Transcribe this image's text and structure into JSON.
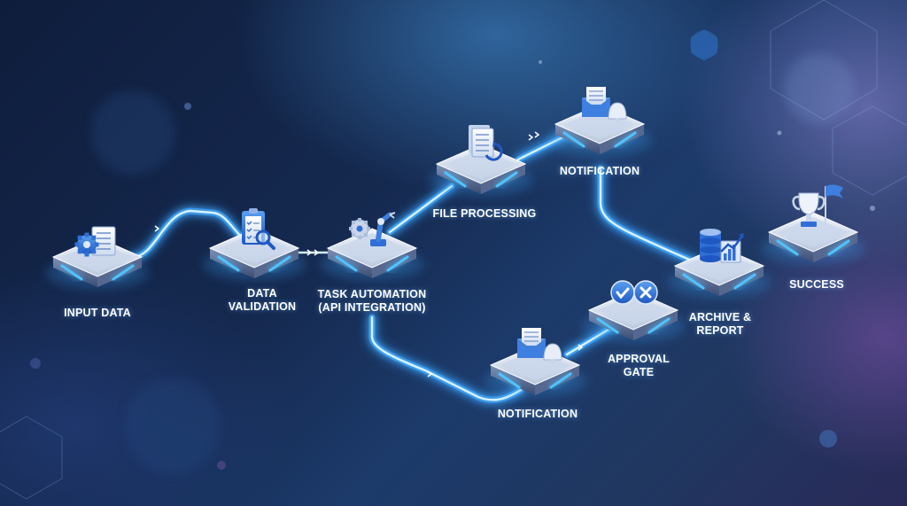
{
  "diagram": {
    "nodes": [
      {
        "id": "input-data",
        "lines": [
          "INPUT DATA"
        ],
        "icon": "gear-document-icon"
      },
      {
        "id": "data-validation",
        "lines": [
          "DATA",
          "VALIDATION"
        ],
        "icon": "clipboard-magnifier-icon"
      },
      {
        "id": "task-automation",
        "lines": [
          "TASK AUTOMATION",
          "(API INTEGRATION)"
        ],
        "icon": "robot-arm-gear-icon"
      },
      {
        "id": "file-processing",
        "lines": [
          "FILE PROCESSING"
        ],
        "icon": "document-refresh-icon"
      },
      {
        "id": "notification-top",
        "lines": [
          "NOTIFICATION"
        ],
        "icon": "envelope-bell-icon"
      },
      {
        "id": "archive-report",
        "lines": [
          "ARCHIVE &",
          "REPORT"
        ],
        "icon": "database-chart-icon"
      },
      {
        "id": "success",
        "lines": [
          "SUCCESS"
        ],
        "icon": "trophy-flag-icon"
      },
      {
        "id": "notification-bottom",
        "lines": [
          "NOTIFICATION"
        ],
        "icon": "envelope-bell-icon"
      },
      {
        "id": "approval-gate",
        "lines": [
          "APPROVAL",
          "GATE"
        ],
        "icon": "check-cross-icon"
      }
    ],
    "colors": {
      "flow_glow": "#3fa9ff",
      "flow_core": "#d8f2ff",
      "platform_top": "#dfe7f3",
      "platform_side": "#6b7fa6",
      "platform_accent": "#4fc3ff",
      "icon_blue": "#2f6fd6"
    }
  }
}
